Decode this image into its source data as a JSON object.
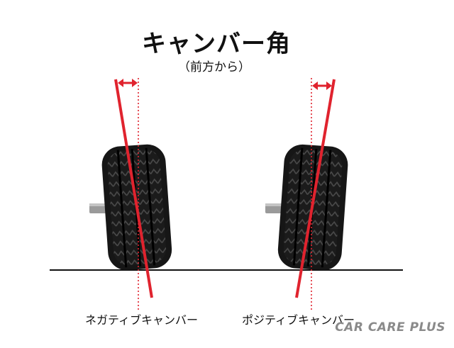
{
  "diagram": {
    "title": "キャンバー角",
    "subtitle": "（前方から）",
    "captions": {
      "negative": "ネガティブキャンバー",
      "positive": "ポジティブキャンバー"
    },
    "logo": "CAR CARE PLUS"
  },
  "colors": {
    "accent_red": "#e0232e",
    "tire_dark": "#161616",
    "axle_gray": "#9a9a9a",
    "ground": "#111111",
    "logo_gray": "#8a8a8a"
  }
}
